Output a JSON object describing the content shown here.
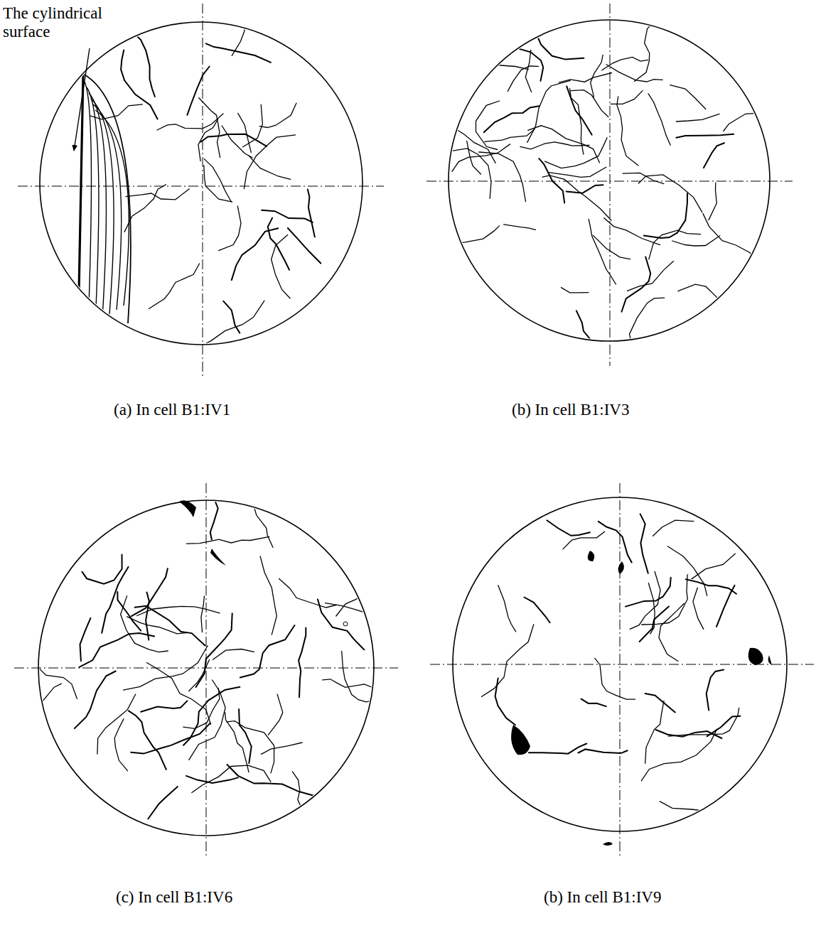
{
  "diagram": {
    "labels": [
      "The cylindrical surface",
      "(a) In cell B1:IV1",
      "(b) In cell B1:IV3",
      "(c) In cell B1:IV6",
      "(b) In cell B1:IV9"
    ]
  }
}
